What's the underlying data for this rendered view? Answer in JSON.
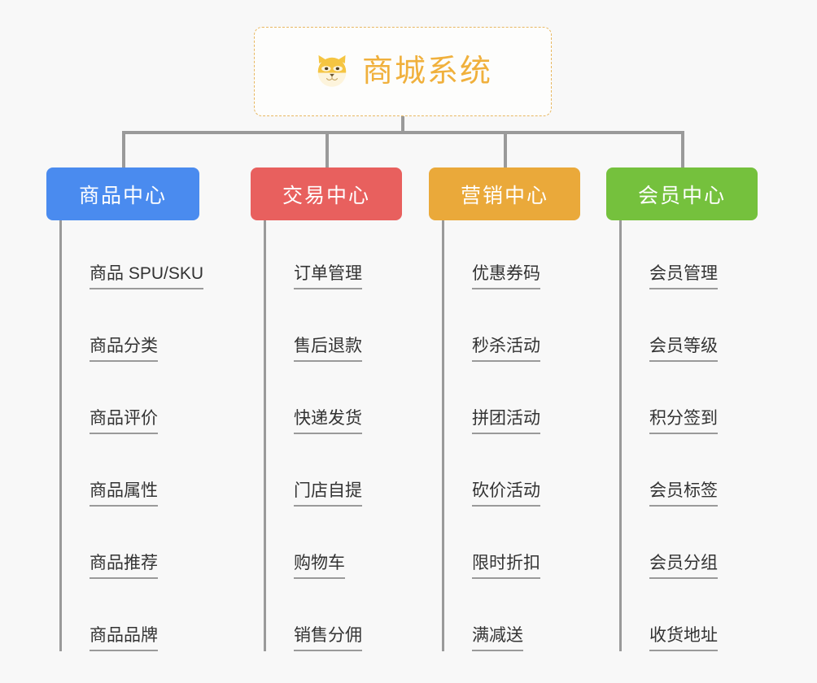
{
  "root": {
    "title": "商城系统",
    "logo_icon": "shiba-inu-dog-icon",
    "border_color": "#e8b861",
    "text_color": "#f0b03c"
  },
  "branches": [
    {
      "id": "product-center",
      "label": "商品中心",
      "color": "#4a8bef",
      "items": [
        "商品 SPU/SKU",
        "商品分类",
        "商品评价",
        "商品属性",
        "商品推荐",
        "商品品牌"
      ]
    },
    {
      "id": "trade-center",
      "label": "交易中心",
      "color": "#e8605e",
      "items": [
        "订单管理",
        "售后退款",
        "快递发货",
        "门店自提",
        "购物车",
        "销售分佣"
      ]
    },
    {
      "id": "marketing-center",
      "label": "营销中心",
      "color": "#eaa93a",
      "items": [
        "优惠券码",
        "秒杀活动",
        "拼团活动",
        "砍价活动",
        "限时折扣",
        "满减送"
      ]
    },
    {
      "id": "member-center",
      "label": "会员中心",
      "color": "#75c13d",
      "items": [
        "会员管理",
        "会员等级",
        "积分签到",
        "会员标签",
        "会员分组",
        "收货地址"
      ]
    }
  ],
  "connector_color": "#9a9a9a",
  "background_color": "#f8f8f8"
}
